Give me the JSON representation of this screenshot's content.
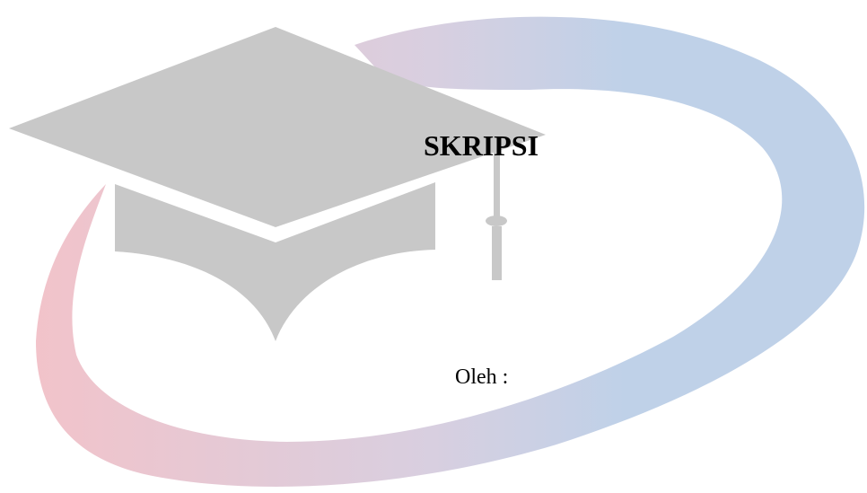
{
  "document": {
    "title": "SKRIPSI",
    "by_label": "Oleh :"
  },
  "decoration": {
    "swoosh_icon": "swoosh-ring",
    "cap_icon": "graduation-cap-icon",
    "colors": {
      "swoosh_start": "#f4c2c8",
      "swoosh_mid": "#d8cfe0",
      "swoosh_end": "#bfd1e8",
      "cap": "#c8c8c8"
    }
  }
}
